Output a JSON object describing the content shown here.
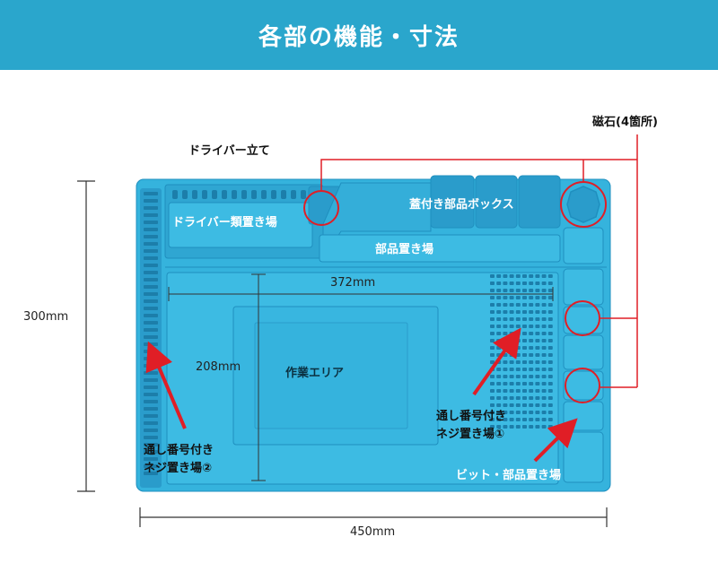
{
  "header": {
    "title": "各部の機能・寸法"
  },
  "colors": {
    "banner": "#2aa6cc",
    "mat": "#35b3dd",
    "mat_dark": "#2a9ccb",
    "arrow": "#e01e26"
  },
  "labels": {
    "magnet": "磁石(4箇所)",
    "driver_stand": "ドライバー立て",
    "driver_storage": "ドライバー類置き場",
    "lid_box": "蓋付き部品ボックス",
    "parts_storage": "部品置き場",
    "work_area": "作業エリア",
    "screw1_line1": "通し番号付き",
    "screw1_line2": "ネジ置き場①",
    "screw2_line1": "通し番号付き",
    "screw2_line2": "ネジ置き場②",
    "bit_storage": "ビット・部品置き場"
  },
  "dimensions": {
    "height_total": "300mm",
    "width_total": "450mm",
    "work_width": "372mm",
    "work_height": "208mm"
  }
}
